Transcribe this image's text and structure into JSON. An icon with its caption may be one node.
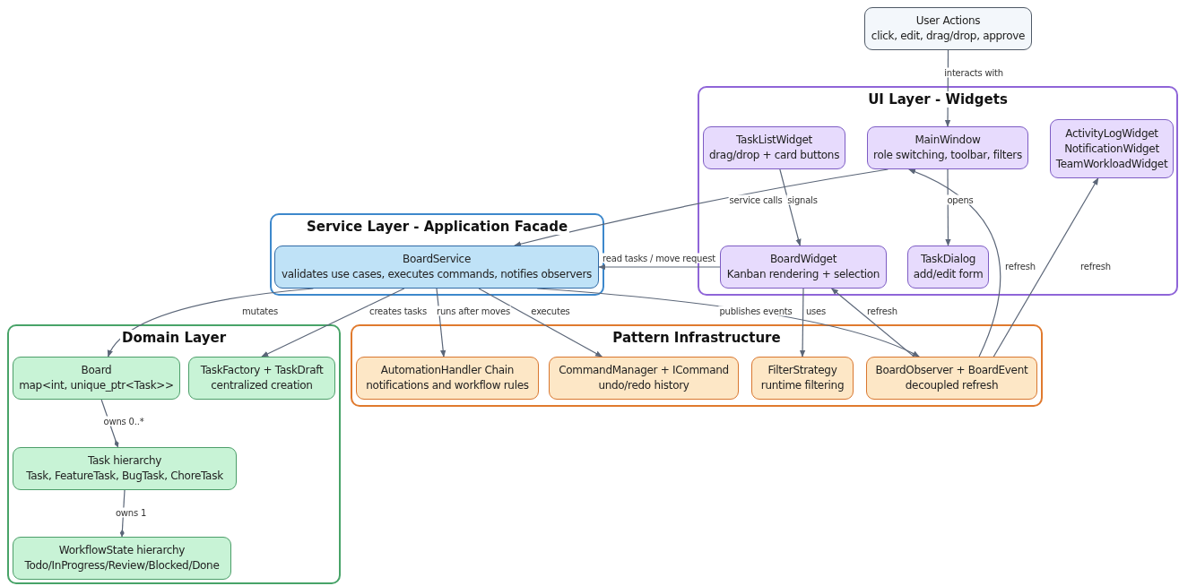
{
  "diagram": {
    "nodes": [
      {
        "text": [
          "User Actions",
          "click, edit, drag/drop, approve"
        ]
      },
      {
        "text": [
          "UI Layer - Widgets"
        ]
      },
      {
        "text": [
          "TaskListWidget",
          "drag/drop + card buttons"
        ],
        "in": 1
      },
      {
        "text": [
          "MainWindow",
          "role switching, toolbar, filters"
        ],
        "in": 1
      },
      {
        "text": [
          "ActivityLogWidget",
          "NotificationWidget",
          "TeamWorkloadWidget"
        ],
        "in": 1
      },
      {
        "text": [
          "BoardWidget",
          "Kanban rendering + selection"
        ],
        "in": 1
      },
      {
        "text": [
          "TaskDialog",
          "add/edit form"
        ],
        "in": 1
      },
      {
        "text": [
          "Service Layer - Application Facade"
        ]
      },
      {
        "text": [
          "BoardService",
          "validates use cases, executes commands, notifies observers"
        ],
        "in": 7
      },
      {
        "text": [
          "Domain Layer"
        ]
      },
      {
        "text": [
          "Board",
          "map<int, unique_ptr<Task>>"
        ],
        "in": 9
      },
      {
        "text": [
          "TaskFactory + TaskDraft",
          "centralized creation"
        ],
        "in": 9
      },
      {
        "text": [
          "Task hierarchy",
          "Task, FeatureTask, BugTask, ChoreTask"
        ],
        "in": 9
      },
      {
        "text": [
          "WorkflowState hierarchy",
          "Todo/InProgress/Review/Blocked/Done"
        ],
        "in": 9
      },
      {
        "text": [
          "Pattern Infrastructure"
        ]
      },
      {
        "text": [
          "AutomationHandler Chain",
          "notifications and workflow rules"
        ],
        "in": 14
      },
      {
        "text": [
          "CommandManager + ICommand",
          "undo/redo history"
        ],
        "in": 14
      },
      {
        "text": [
          "FilterStrategy",
          "runtime filtering"
        ],
        "in": 14
      },
      {
        "text": [
          "BoardObserver + BoardEvent",
          "decoupled refresh"
        ],
        "in": 14
      }
    ],
    "edges": [
      {
        "from": 0,
        "to": 3,
        "arrow": "to",
        "label": "interacts with"
      },
      {
        "from": 3,
        "to": 8,
        "arrow": "to",
        "label": "service calls"
      },
      {
        "from": 2,
        "to": 5,
        "arrow": "to",
        "label": "signals"
      },
      {
        "from": 3,
        "to": 6,
        "arrow": "to",
        "label": "opens"
      },
      {
        "from": 5,
        "to": 8,
        "arrow": "to",
        "label": "read tasks / move request"
      },
      {
        "from": 18,
        "to": 3,
        "arrow": "to",
        "label": "refresh"
      },
      {
        "from": 18,
        "to": 4,
        "arrow": "to",
        "label": "refresh"
      },
      {
        "from": 8,
        "to": 10,
        "arrow": "to",
        "label": "mutates"
      },
      {
        "from": 8,
        "to": 11,
        "arrow": "to",
        "label": "creates tasks"
      },
      {
        "from": 8,
        "to": 15,
        "arrow": "to",
        "label": "runs after moves"
      },
      {
        "from": 8,
        "to": 16,
        "arrow": "to",
        "label": "executes"
      },
      {
        "from": 8,
        "to": 18,
        "arrow": "to",
        "label": "publishes events"
      },
      {
        "from": 5,
        "to": 17,
        "arrow": "to",
        "label": "uses"
      },
      {
        "from": 18,
        "to": 5,
        "arrow": "to",
        "label": "refresh"
      },
      {
        "from": 10,
        "to": 12,
        "arrow": "other",
        "label": "owns 0..*"
      },
      {
        "from": 12,
        "to": 13,
        "arrow": "other",
        "label": "owns 1"
      }
    ]
  }
}
